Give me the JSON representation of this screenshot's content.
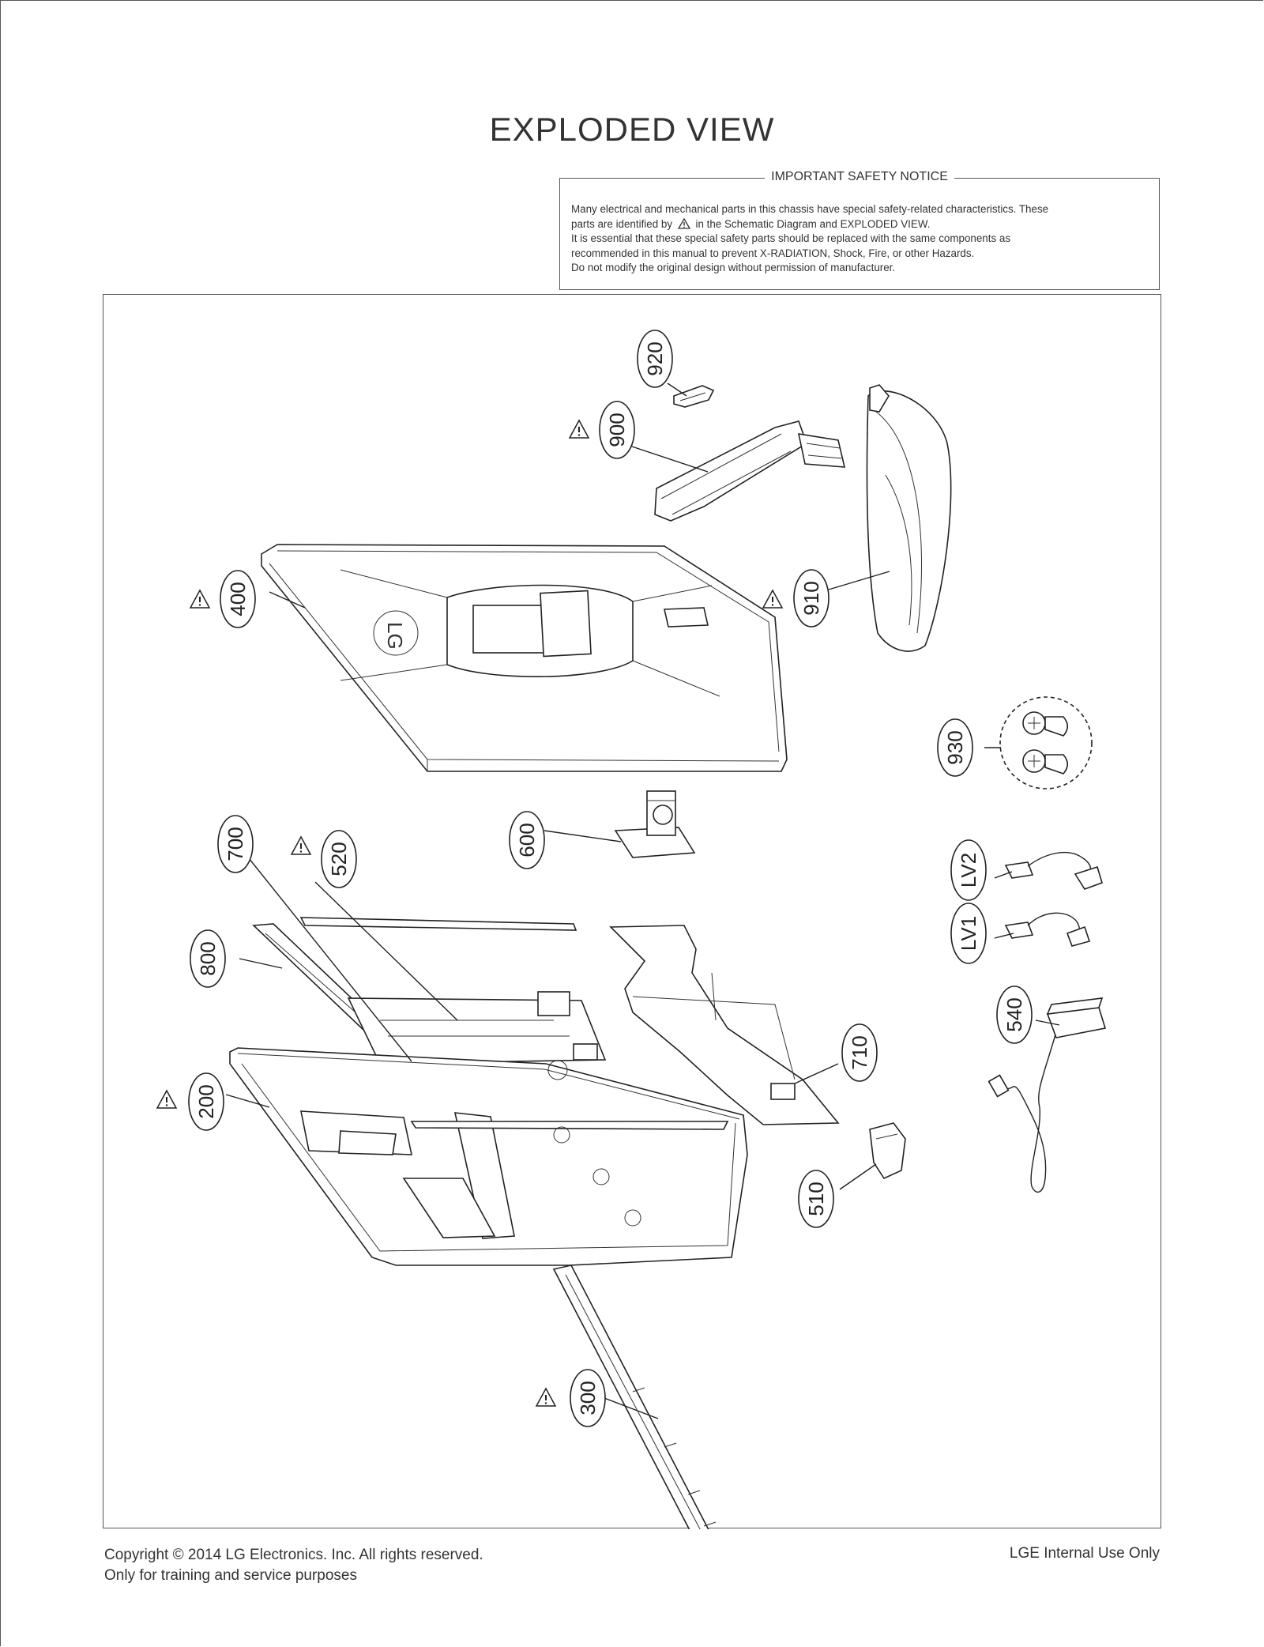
{
  "title": "EXPLODED VIEW",
  "notice": {
    "heading": "IMPORTANT SAFETY NOTICE",
    "line1": "Many electrical and mechanical parts in this chassis have special safety-related characteristics. These",
    "line2_pre": "parts are identified by",
    "line2_post": "in the Schematic Diagram and EXPLODED VIEW.",
    "line3": "It is essential that these special safety parts should be replaced with the same components as",
    "line4": "recommended in this manual to prevent X-RADIATION, Shock, Fire, or other Hazards.",
    "line5": "Do not modify the original design without permission of manufacturer."
  },
  "parts": {
    "p920": "920",
    "p900": "900",
    "p910": "910",
    "p400": "400",
    "p930": "930",
    "p600": "600",
    "p700": "700",
    "p520": "520",
    "plv2": "LV2",
    "plv1": "LV1",
    "p800": "800",
    "p540": "540",
    "p710": "710",
    "p200": "200",
    "p510": "510",
    "p300": "300"
  },
  "logo_text": "LG",
  "footer": {
    "copyright": "Copyright  © 2014  LG Electronics. Inc. All rights reserved.",
    "training": "Only for training and service purposes",
    "internal": "LGE Internal Use Only"
  }
}
